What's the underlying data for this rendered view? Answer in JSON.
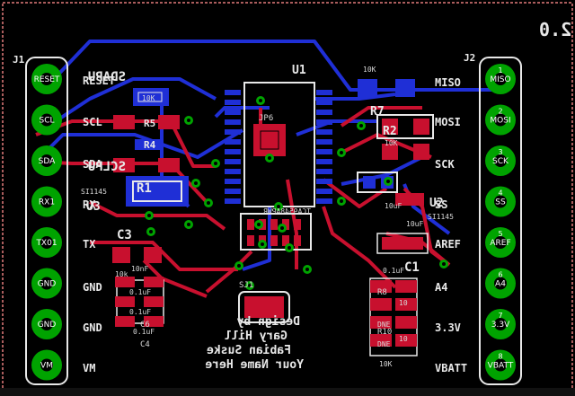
{
  "board": {
    "title": "3DoT 6.43 Shield 2.0",
    "credits": [
      "Design by",
      "Gary Hill",
      "Fabian Suske",
      "Your Name Here"
    ]
  },
  "connectors": {
    "left": {
      "name": "J1",
      "pins": [
        {
          "pin": "RESET",
          "signal": "RESET"
        },
        {
          "pin": "SCL",
          "signal": "SCL"
        },
        {
          "pin": "SDA",
          "signal": "SDA"
        },
        {
          "pin": "RX1",
          "signal": "RX"
        },
        {
          "pin": "TX01",
          "signal": "TX"
        },
        {
          "pin": "GND",
          "signal": "GND"
        },
        {
          "pin": "GND",
          "signal": "GND"
        },
        {
          "pin": "VM",
          "signal": "VM"
        }
      ]
    },
    "right": {
      "name": "J2",
      "pins": [
        {
          "pin": "MISO",
          "signal": "MISO",
          "num": "1"
        },
        {
          "pin": "MOSI",
          "signal": "MOSI",
          "num": "2"
        },
        {
          "pin": "SCK",
          "signal": "SCK",
          "num": "3"
        },
        {
          "pin": "SS",
          "signal": "SS",
          "num": "4"
        },
        {
          "pin": "AREF",
          "signal": "AREF",
          "num": "5"
        },
        {
          "pin": "A4",
          "signal": "A4",
          "num": "6"
        },
        {
          "pin": "3.3V",
          "signal": "3.3V",
          "num": "7"
        },
        {
          "pin": "VBATT",
          "signal": "VBATT",
          "num": "8"
        }
      ]
    }
  },
  "components": {
    "u1": "U1",
    "u1_part": "TCA9548APWR",
    "jp6": "JP6",
    "sj1": "SJ1",
    "sdapu": "SDAPU",
    "sclpu": "SCLPU",
    "r1": "R1",
    "r2": "R2",
    "r4": "R4",
    "r5": "R5",
    "r7": "R7",
    "r8": "R8",
    "r10": "R10",
    "c1": "C1",
    "c3": "C3",
    "c4": "C4",
    "c6": "C6",
    "u2": "U2",
    "u3": "U3",
    "si1": "SI1145",
    "si2": "SI1145"
  },
  "values": {
    "r10k_a": "10K",
    "r10k_b": "10K",
    "r10k_c": "10K",
    "r10k_d": "10k",
    "r10k_e": "10K",
    "c10uf_a": "10uF",
    "c10uf_b": "10uF",
    "c10nf": "10nF",
    "c01uf_a": "0.1uF",
    "c01uf_b": "0.1uF",
    "c01uf_c": "0.1uF",
    "c01uf_d": "0.1uF",
    "dne_a": "DNE",
    "dne_b": "DNE",
    "r10_small": "10",
    "r10_small2": "10"
  },
  "colors": {
    "background": "#000000",
    "pad_green": "#00a300",
    "top_copper": "#c8102e",
    "bottom_copper": "#1f2fd6",
    "silkscreen": "#e8e8e8",
    "outline": "#e37a7a"
  }
}
